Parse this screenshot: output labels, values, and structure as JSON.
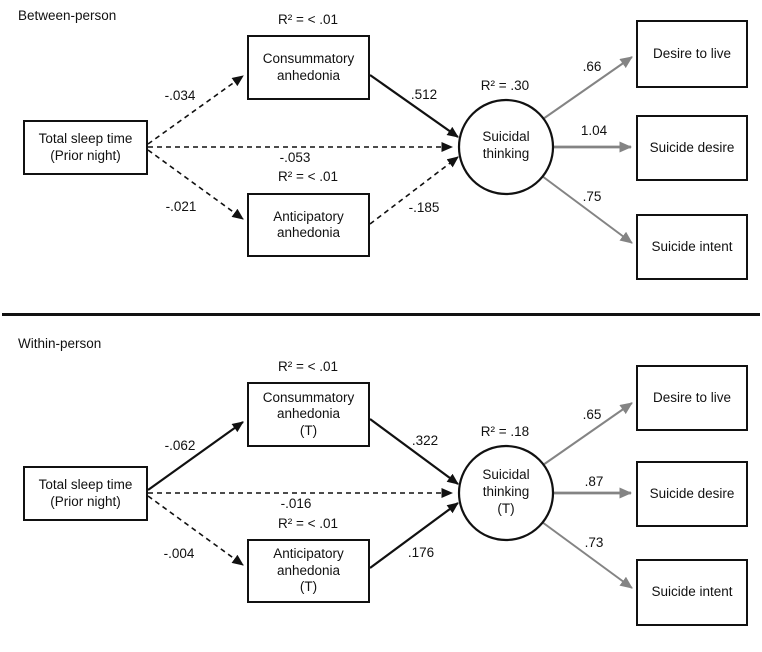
{
  "colors": {
    "line_black": "#111111",
    "line_gray": "#848484"
  },
  "panels": [
    {
      "title": "Between-person",
      "sleep_box": "Total sleep time\n(Prior night)",
      "consummatory": {
        "r2": "R² = < .01",
        "label": "Consummatory\nanhedonia"
      },
      "anticipatory": {
        "r2": "R² = < .01",
        "label": "Anticipatory\nanhedonia"
      },
      "latent": {
        "r2": "R² = .30",
        "label": "Suicidal\nthinking"
      },
      "outcomes": [
        {
          "label": "Desire to live"
        },
        {
          "label": "Suicide desire"
        },
        {
          "label": "Suicide intent"
        }
      ],
      "paths": {
        "sleep_to_consummatory": "-.034",
        "sleep_to_latent": "-.053",
        "sleep_to_anticipatory": "-.021",
        "consummatory_to_latent": ".512",
        "anticipatory_to_latent": "-.185",
        "latent_to_desire_live": ".66",
        "latent_to_suicide_desire": "1.04",
        "latent_to_suicide_intent": ".75"
      }
    },
    {
      "title": "Within-person",
      "sleep_box": "Total sleep time\n(Prior night)",
      "consummatory": {
        "r2": "R² = < .01",
        "label": "Consummatory\nanhedonia\n(T)"
      },
      "anticipatory": {
        "r2": "R² = < .01",
        "label": "Anticipatory\nanhedonia\n(T)"
      },
      "latent": {
        "r2": "R² = .18",
        "label": "Suicidal\nthinking\n(T)"
      },
      "outcomes": [
        {
          "label": "Desire to live"
        },
        {
          "label": "Suicide desire"
        },
        {
          "label": "Suicide intent"
        }
      ],
      "paths": {
        "sleep_to_consummatory": "-.062",
        "sleep_to_latent": "-.016",
        "sleep_to_anticipatory": "-.004",
        "consummatory_to_latent": ".322",
        "anticipatory_to_latent": ".176",
        "latent_to_desire_live": ".65",
        "latent_to_suicide_desire": ".87",
        "latent_to_suicide_intent": ".73"
      }
    }
  ]
}
